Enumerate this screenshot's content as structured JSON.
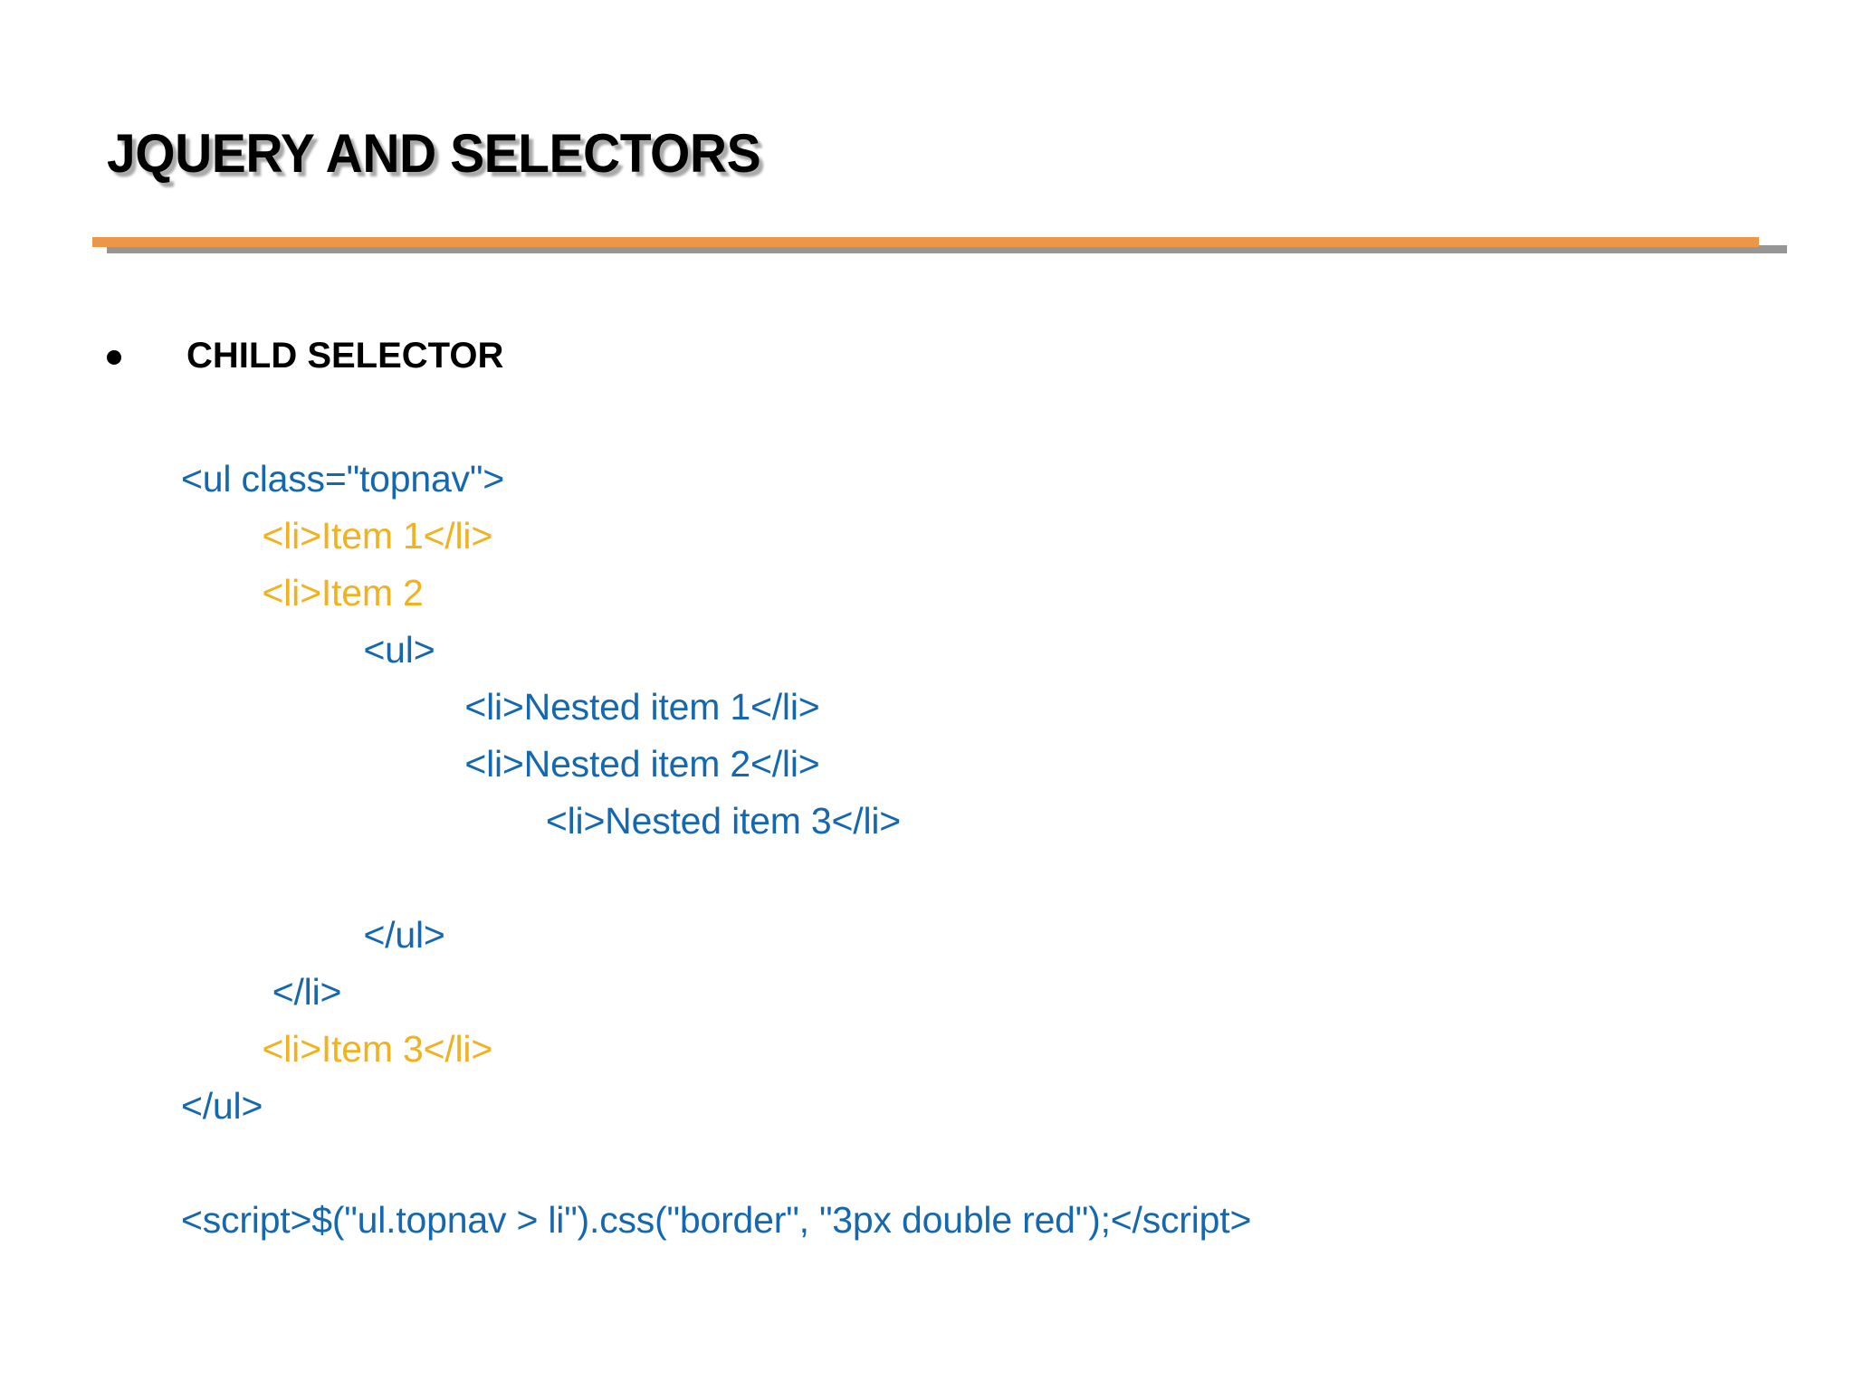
{
  "slide": {
    "title": "JQUERY AND SELECTORS",
    "colors": {
      "title_text": "#000000",
      "title_shadow": "#8C8C8C",
      "divider_orange": "#ED9645",
      "divider_shadow_gray": "#969696",
      "code_blue": "#1568B0",
      "code_amber": "#F2B11E",
      "background": "#FFFFFF"
    },
    "bullets": [
      {
        "marker": "bullet-dot",
        "label": "CHILD SELECTOR"
      }
    ],
    "code": {
      "lines": [
        {
          "text": "<ul class=\"topnav\">",
          "color": "blue",
          "indent": 0
        },
        {
          "text": "        <li>Item 1</li>",
          "color": "amber",
          "indent": 1
        },
        {
          "text": "        <li>Item 2",
          "color": "amber",
          "indent": 1
        },
        {
          "text": "                  <ul>",
          "color": "blue",
          "indent": 2
        },
        {
          "text": "                            <li>Nested item 1</li>",
          "color": "blue",
          "indent": 3
        },
        {
          "text": "                            <li>Nested item 2</li>",
          "color": "blue",
          "indent": 3
        },
        {
          "text": "                                    <li>Nested item 3</li>",
          "color": "blue",
          "indent": 4
        },
        {
          "text": " ",
          "color": "spacer",
          "indent": 0
        },
        {
          "text": "                  </ul>",
          "color": "blue",
          "indent": 2
        },
        {
          "text": "         </li>",
          "color": "blue",
          "indent": 1
        },
        {
          "text": "        <li>Item 3</li>",
          "color": "amber",
          "indent": 1
        },
        {
          "text": "</ul>",
          "color": "blue",
          "indent": 0
        },
        {
          "text": " ",
          "color": "spacer",
          "indent": 0
        },
        {
          "text": "<script>$(\"ul.topnav > li\").css(\"border\", \"3px double red\");</script>",
          "color": "blue",
          "indent": 0
        }
      ]
    }
  }
}
